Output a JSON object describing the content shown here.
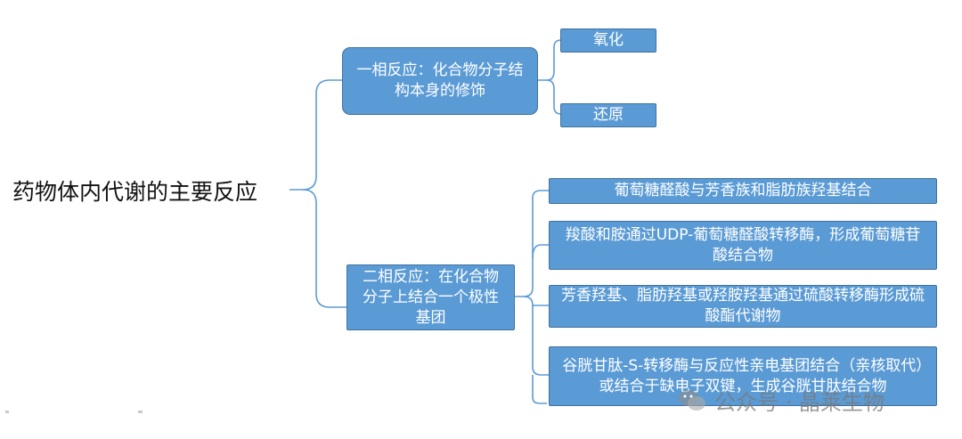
{
  "root": {
    "title": "药物体内代谢的主要反应"
  },
  "phase1": {
    "label": "一相反应：化合物分子结构本身的修饰",
    "children": [
      "氧化",
      "还原"
    ]
  },
  "phase2": {
    "label": "二相反应：在化合物分子上结合一个极性基团",
    "children": [
      "葡萄糖醛酸与芳香族和脂肪族羟基结合",
      "羧酸和胺通过UDP-葡萄糖醛酸转移酶，形成葡萄糖苷酸结合物",
      "芳香羟基、脂肪羟基或羟胺羟基通过硫酸转移酶形成硫酸酯代谢物",
      "谷胱甘肽-S-转移酶与反应性亲电基团结合（亲核取代）或结合于缺电子双键，生成谷胱甘肽结合物"
    ]
  },
  "watermark": {
    "text": "公众号 · 晶莱生物",
    "icon": "wechat-icon"
  },
  "colors": {
    "box_fill": "#5b9bd5",
    "box_border": "#41719c",
    "connector": "#5b9bd5",
    "box_text": "#ffffff"
  }
}
